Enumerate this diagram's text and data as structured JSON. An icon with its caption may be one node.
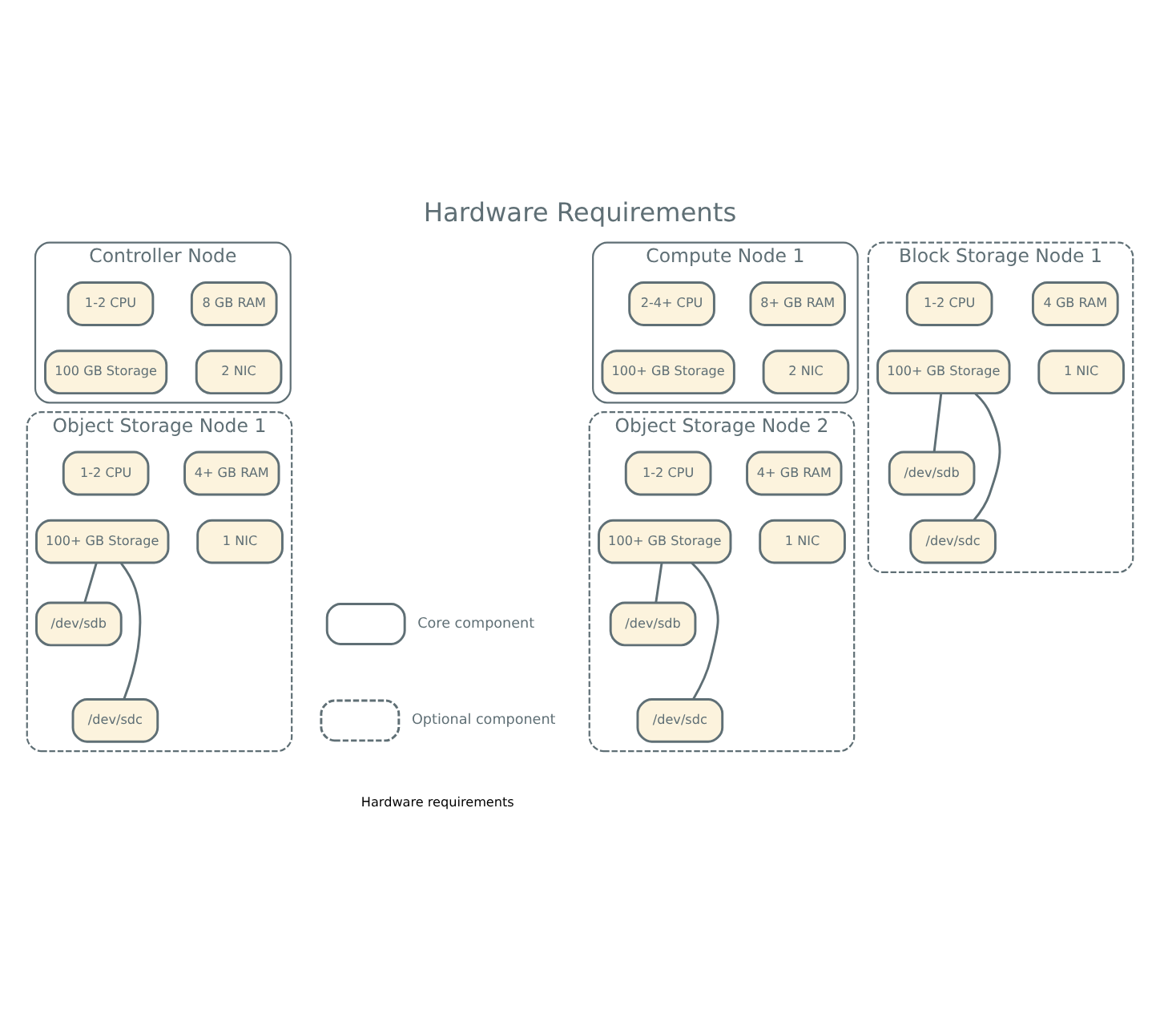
{
  "diagram": {
    "title": "Hardware Requirements",
    "caption": "Hardware requirements",
    "nodes": [
      {
        "text": [
          "Controller Node"
        ]
      },
      {
        "text": [
          "1-2 CPU"
        ],
        "in": 0
      },
      {
        "text": [
          "8 GB RAM"
        ],
        "in": 0
      },
      {
        "text": [
          "100 GB Storage"
        ],
        "in": 0
      },
      {
        "text": [
          "2 NIC"
        ],
        "in": 0
      },
      {
        "text": [
          "Compute Node 1"
        ]
      },
      {
        "text": [
          "2-4+ CPU"
        ],
        "in": 5
      },
      {
        "text": [
          "8+ GB RAM"
        ],
        "in": 5
      },
      {
        "text": [
          "100+ GB Storage"
        ],
        "in": 5
      },
      {
        "text": [
          "2 NIC"
        ],
        "in": 5
      },
      {
        "text": [
          "Block Storage Node 1"
        ]
      },
      {
        "text": [
          "1-2 CPU"
        ],
        "in": 10
      },
      {
        "text": [
          "4 GB RAM"
        ],
        "in": 10
      },
      {
        "text": [
          "100+ GB Storage"
        ],
        "in": 10
      },
      {
        "text": [
          "1 NIC"
        ],
        "in": 10
      },
      {
        "text": [
          "/dev/sdb"
        ],
        "in": 10
      },
      {
        "text": [
          "/dev/sdc"
        ],
        "in": 10
      },
      {
        "text": [
          "Object Storage Node 1"
        ]
      },
      {
        "text": [
          "1-2 CPU"
        ],
        "in": 17
      },
      {
        "text": [
          "4+ GB RAM"
        ],
        "in": 17
      },
      {
        "text": [
          "100+ GB Storage"
        ],
        "in": 17
      },
      {
        "text": [
          "1 NIC"
        ],
        "in": 17
      },
      {
        "text": [
          "/dev/sdb"
        ],
        "in": 17
      },
      {
        "text": [
          "/dev/sdc"
        ],
        "in": 17
      },
      {
        "text": [
          "Object Storage Node 2"
        ]
      },
      {
        "text": [
          "1-2 CPU"
        ],
        "in": 24
      },
      {
        "text": [
          "4+ GB RAM"
        ],
        "in": 24
      },
      {
        "text": [
          "100+ GB Storage"
        ],
        "in": 24
      },
      {
        "text": [
          "1 NIC"
        ],
        "in": 24
      },
      {
        "text": [
          "/dev/sdb"
        ],
        "in": 24
      },
      {
        "text": [
          "/dev/sdc"
        ],
        "in": 24
      }
    ],
    "edges": [
      {
        "from": 13,
        "to": 15,
        "arrow": "none"
      },
      {
        "from": 13,
        "to": 16,
        "arrow": "none"
      },
      {
        "from": 20,
        "to": 22,
        "arrow": "none"
      },
      {
        "from": 20,
        "to": 23,
        "arrow": "none"
      },
      {
        "from": 27,
        "to": 29,
        "arrow": "none"
      },
      {
        "from": 27,
        "to": 30,
        "arrow": "none"
      }
    ],
    "legend": [
      {
        "text": "Core component"
      },
      {
        "text": "Optional component"
      }
    ]
  }
}
